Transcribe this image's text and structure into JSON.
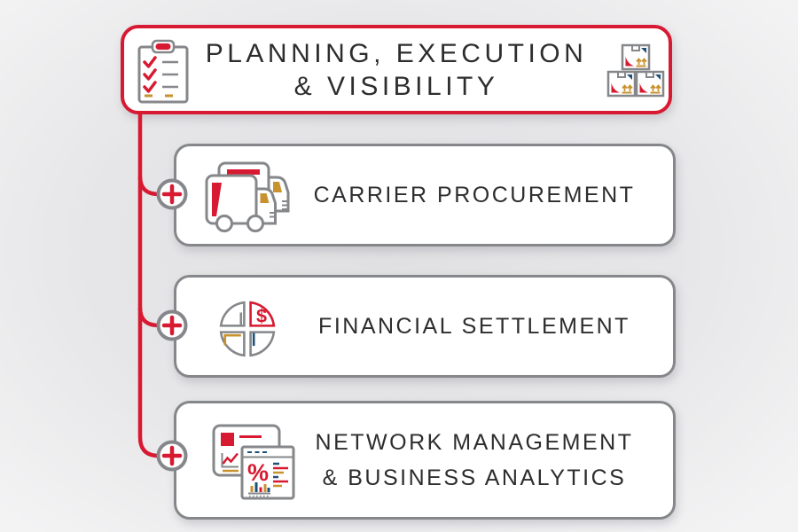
{
  "palette": {
    "red": "#d71a32",
    "gold": "#c8922f",
    "navy": "#1f5078",
    "border_gray": "#85878a",
    "text": "#2d2d2f",
    "background_center": "#e0e0e2",
    "background_edge": "#f3f3f4"
  },
  "root_node": {
    "title_line1": "PLANNING, EXECUTION",
    "title_line2": "& VISIBILITY",
    "left_icon": "clipboard-checklist-icon",
    "right_icon": "packages-stack-icon"
  },
  "child_nodes": [
    {
      "label_line1": "CARRIER PROCUREMENT",
      "icon": "delivery-trucks-icon"
    },
    {
      "label_line1": "FINANCIAL SETTLEMENT",
      "icon": "pie-chart-dollar-icon"
    },
    {
      "label_line1": "NETWORK MANAGEMENT",
      "label_line2": "& BUSINESS ANALYTICS",
      "icon": "analytics-dashboard-icon"
    }
  ],
  "connector": {
    "junction_symbol": "+",
    "junction_count": 3
  },
  "icon_glyphs": {
    "dollar": "$",
    "percent": "%"
  }
}
